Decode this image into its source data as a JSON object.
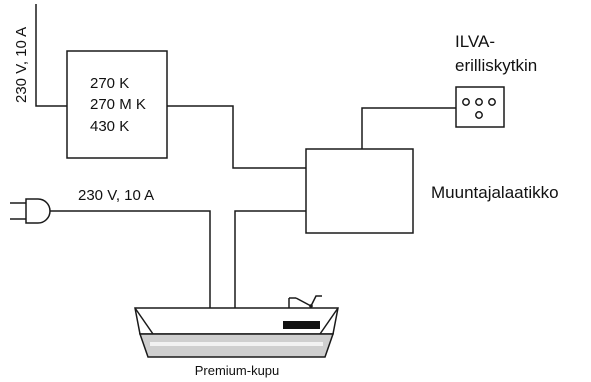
{
  "supply_vertical_label": "230 V, 10 A",
  "heater_box": {
    "line1": "270 K",
    "line2": "270 M K",
    "line3": "430 K"
  },
  "switch": {
    "label_line1": "ILVA-",
    "label_line2": "erilliskytkin"
  },
  "transformer_label": "Muuntajalaatikko",
  "plug_label": "230 V, 10 A",
  "hood_label": "Premium-kupu"
}
